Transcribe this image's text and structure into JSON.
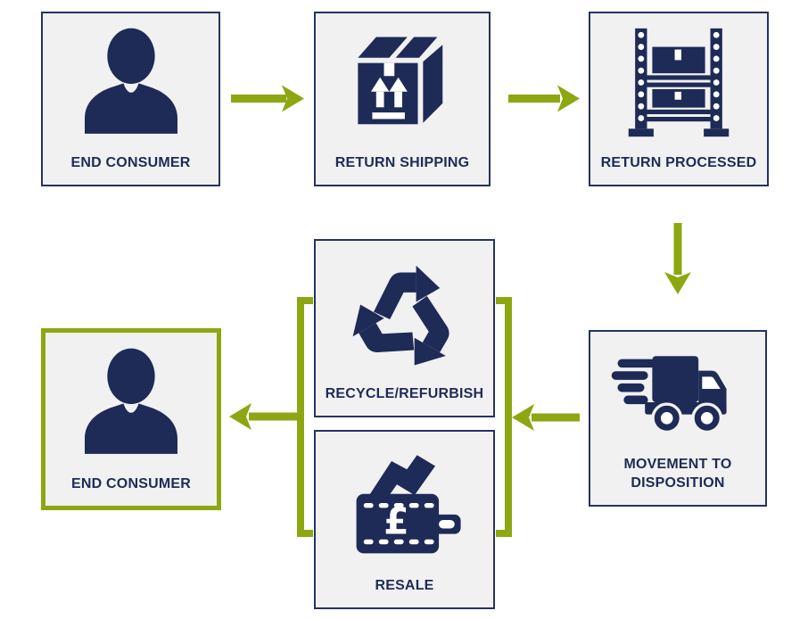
{
  "palette": {
    "navy": "#1E2B57",
    "green": "#8CA712",
    "box_fill": "#F1F1F2",
    "box_border": "#26335E"
  },
  "nodes": {
    "end_consumer_top": {
      "label": "END CONSUMER",
      "icon": "person-icon",
      "highlighted": false
    },
    "return_shipping": {
      "label": "RETURN SHIPPING",
      "icon": "package-icon",
      "highlighted": false
    },
    "return_processed": {
      "label": "RETURN PROCESSED",
      "icon": "warehouse-rack-icon",
      "highlighted": false
    },
    "movement_to_disposition": {
      "label": "MOVEMENT TO DISPOSITION",
      "icon": "delivery-truck-icon",
      "highlighted": false
    },
    "recycle_refurbish": {
      "label": "RECYCLE/REFURBISH",
      "icon": "recycle-icon",
      "highlighted": false
    },
    "resale": {
      "label": "RESALE",
      "icon": "wallet-icon",
      "highlighted": false
    },
    "end_consumer_bottom": {
      "label": "END CONSUMER",
      "icon": "person-icon",
      "highlighted": true
    }
  },
  "icons": {
    "resale_currency_symbol": "£"
  },
  "connections": [
    {
      "from": "END CONSUMER",
      "to": "RETURN SHIPPING",
      "direction": "right"
    },
    {
      "from": "RETURN SHIPPING",
      "to": "RETURN PROCESSED",
      "direction": "right"
    },
    {
      "from": "RETURN PROCESSED",
      "to": "MOVEMENT TO DISPOSITION",
      "direction": "down"
    },
    {
      "from": "MOVEMENT TO DISPOSITION",
      "to": "RECYCLE/REFURBISH, RESALE",
      "direction": "left"
    },
    {
      "from": "RECYCLE/REFURBISH, RESALE",
      "to": "END CONSUMER",
      "direction": "left"
    }
  ]
}
